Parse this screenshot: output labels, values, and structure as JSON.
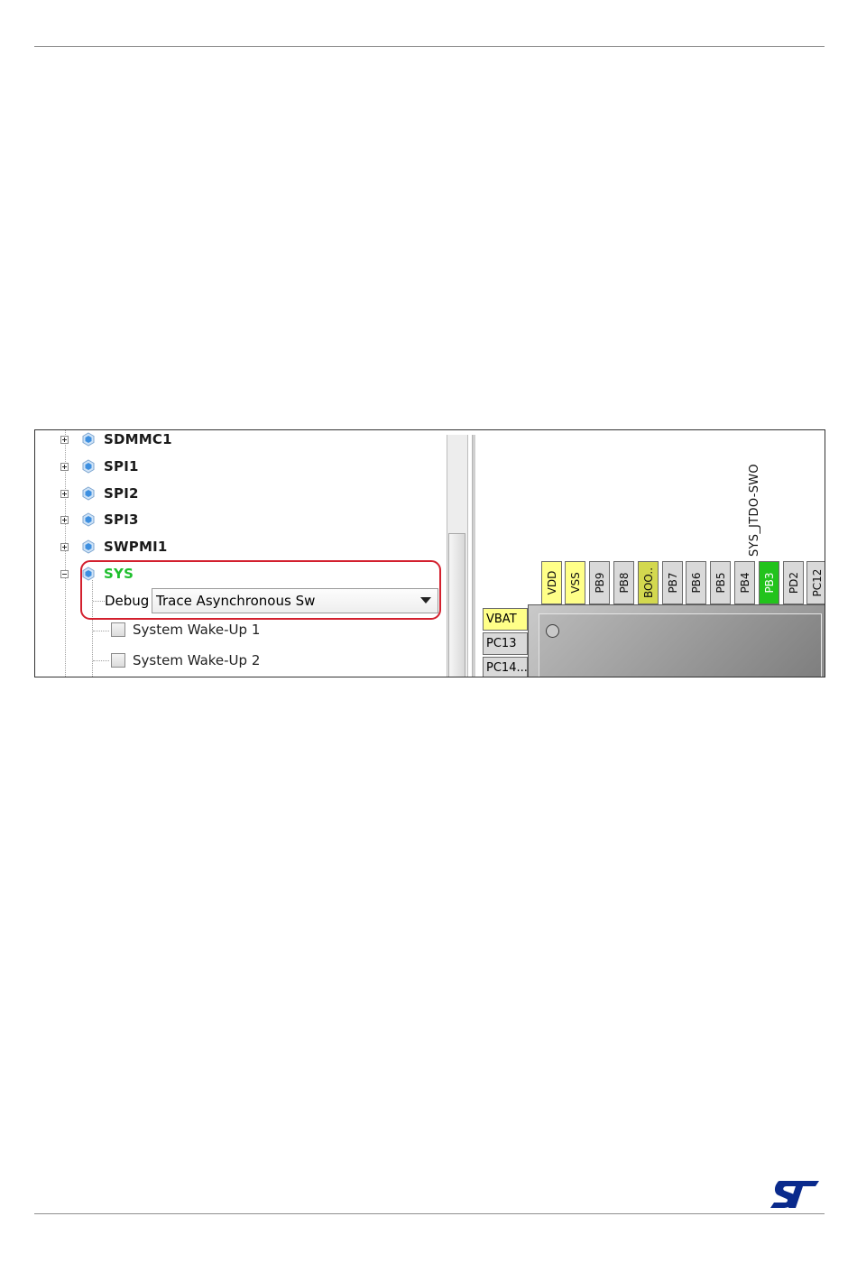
{
  "tree": {
    "items": [
      {
        "label": "SDMMC1",
        "expanded": false
      },
      {
        "label": "SPI1",
        "expanded": false
      },
      {
        "label": "SPI2",
        "expanded": false
      },
      {
        "label": "SPI3",
        "expanded": false
      },
      {
        "label": "SWPMI1",
        "expanded": false
      },
      {
        "label": "SYS",
        "expanded": true,
        "color": "#1fbf2e"
      }
    ],
    "sys": {
      "debug_label": "Debug",
      "debug_value": "Trace Asynchronous Sw",
      "options": [
        {
          "label": "System Wake-Up 1",
          "checked": false
        },
        {
          "label": "System Wake-Up 2",
          "checked": false
        }
      ]
    }
  },
  "chip": {
    "top_pins": [
      {
        "label": "VDD",
        "color": "#ffff88"
      },
      {
        "label": "VSS",
        "color": "#ffff88"
      },
      {
        "label": "PB9",
        "color": "#d9d9d9"
      },
      {
        "label": "PB8",
        "color": "#d9d9d9"
      },
      {
        "label": "BOO..",
        "color": "#d3d84f"
      },
      {
        "label": "PB7",
        "color": "#d9d9d9"
      },
      {
        "label": "PB6",
        "color": "#d9d9d9"
      },
      {
        "label": "PB5",
        "color": "#d9d9d9"
      },
      {
        "label": "PB4",
        "color": "#d9d9d9"
      },
      {
        "label": "PB3",
        "color": "#22c31c"
      },
      {
        "label": "PD2",
        "color": "#d9d9d9"
      },
      {
        "label": "PC12",
        "color": "#d9d9d9"
      }
    ],
    "left_pins": [
      {
        "label": "VBAT",
        "color": "#ffff88"
      },
      {
        "label": "PC13",
        "color": "#d9d9d9"
      },
      {
        "label": "PC14...",
        "color": "#d9d9d9"
      }
    ],
    "signal_label": "SYS_JTDO-SWO"
  },
  "colors": {
    "highlight": "#d3202e",
    "assigned_pin": "#22c31c"
  },
  "icons": [
    "st-logo",
    "peripheral-cube-icon",
    "dropdown-arrow-icon"
  ]
}
